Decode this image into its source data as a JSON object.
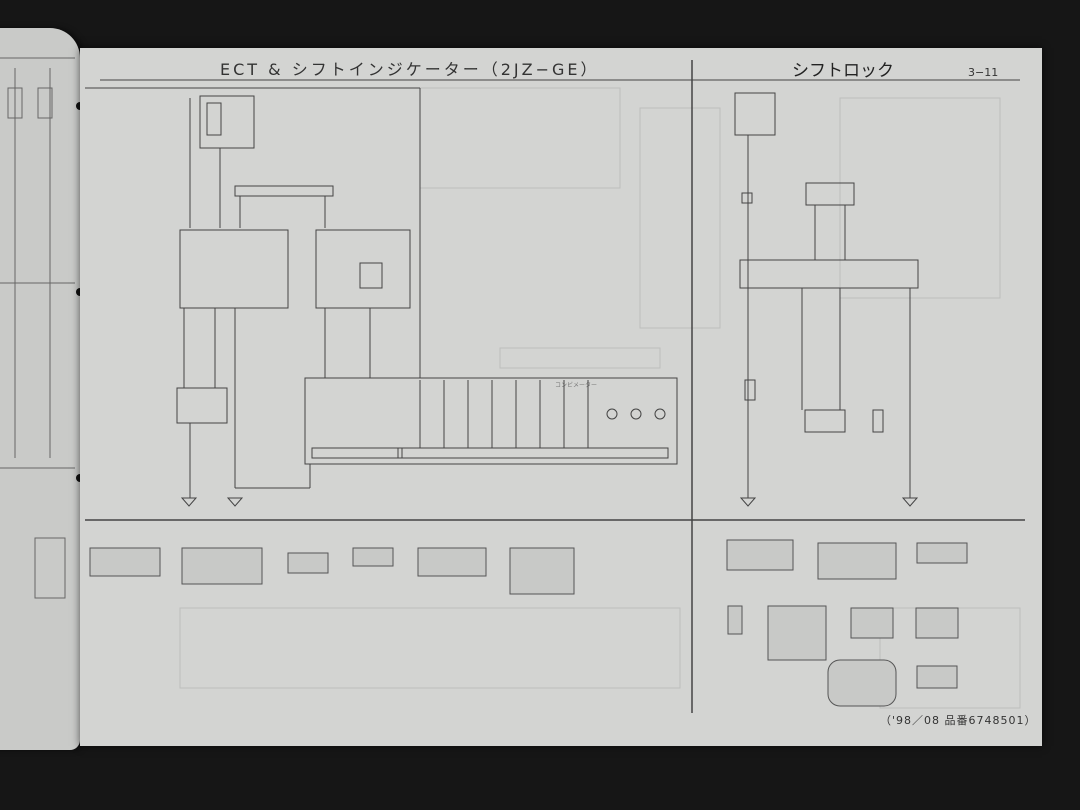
{
  "page": {
    "title": "ECT & シフトインジケーター（2JZ−GE）",
    "section_title": "シフトロック",
    "page_number": "3−11",
    "footer": "（'98／08 品番6748501）",
    "meter_label": "コンビメーター"
  },
  "colors": {
    "paper": "#d3d4d2",
    "ink": "#333333",
    "background": "#161616"
  }
}
